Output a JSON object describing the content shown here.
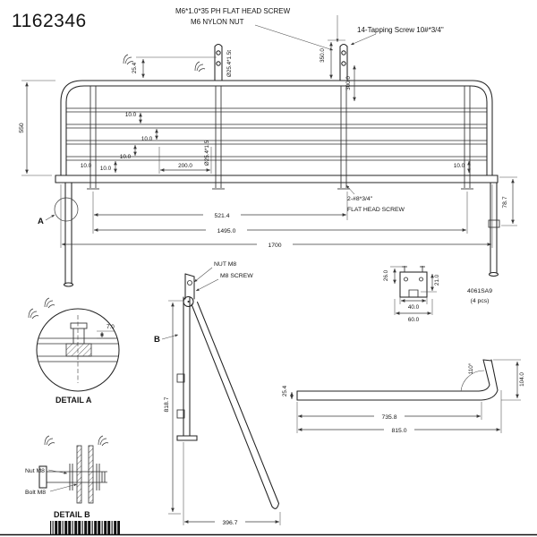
{
  "colors": {
    "ink": "#232323",
    "dim_line": "#3a3a3a"
  },
  "doc": {
    "part_number": "1162346"
  },
  "callouts": {
    "m6_screw": "M6*1.0*35 PH FLAT HEAD SCREW",
    "m6_nut": "M6 NYLON NUT",
    "tapping_screw": "14-Tapping Screw 10#*3/4\"",
    "flat_screw_line1": "2-#8*3/4\"",
    "flat_screw_line2": "FLAT HEAD SCREW",
    "nut_m8": "NUT M8",
    "m8_screw": "M8 SCREW",
    "nut_m8_detail": "Nut M8",
    "bolt_m8_detail": "Bolt M8",
    "bracket_part": "4061SA9",
    "bracket_qty": "(4 pcs)",
    "detail_a_title": "DETAIL A",
    "detail_b_title": "DETAIL B",
    "marker_a": "A",
    "marker_b": "B"
  },
  "dims": {
    "main": {
      "overall_height": "550",
      "bracket_height": "25.4",
      "tube_top": "Ø25.4*1.5t",
      "bracket_v": "350.0",
      "d300": "300.0",
      "slat_gap": "10.0",
      "d200": "200.0",
      "tube_mid": "Ø25.4*1.5",
      "d521": "521.4",
      "d1495": "1495.0",
      "overall_width": "1700",
      "d78": "78.7"
    },
    "bracket": {
      "d26": "26.0",
      "d21": "21.0",
      "d40": "40.0",
      "d60": "60.0"
    },
    "detail_a": {
      "d7": "7.0"
    },
    "leg": {
      "height": "818.7",
      "base": "396.7"
    },
    "profile": {
      "tube": "25.4",
      "angle": "110°",
      "rise": "104.0",
      "straight": "735.8",
      "overall": "815.0"
    }
  }
}
